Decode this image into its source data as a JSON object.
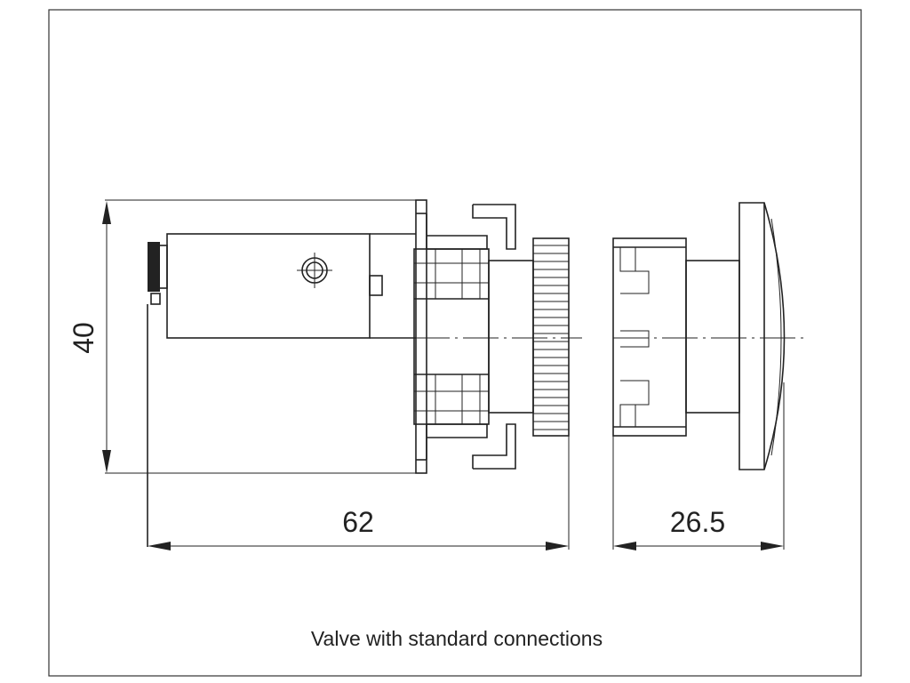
{
  "drawing": {
    "caption": "Valve with standard connections",
    "dimensions": {
      "height": "40",
      "body_length": "62",
      "button_length": "26.5"
    }
  }
}
